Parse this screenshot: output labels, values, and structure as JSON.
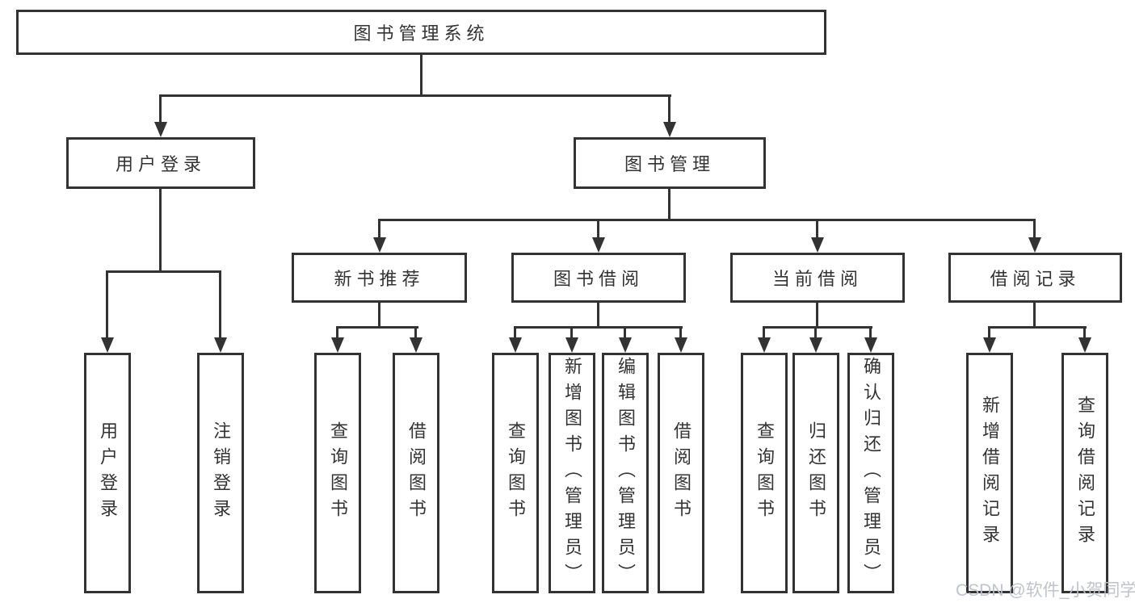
{
  "diagram_type": "hierarchy-tree",
  "nodes": {
    "root": "图书管理系统",
    "user_login": "用户登录",
    "book_management": "图书管理",
    "new_book_recommend": "新书推荐",
    "book_borrow": "图书借阅",
    "current_borrow": "当前借阅",
    "borrow_records": "借阅记录",
    "leaf_user_login": "用户登录",
    "leaf_logout": "注销登录",
    "leaf_query_book_recommend": "查询图书",
    "leaf_borrow_book_recommend": "借阅图书",
    "leaf_query_book_borrow": "查询图书",
    "leaf_add_book_admin": "新增图书（管理员）",
    "leaf_edit_book_admin": "编辑图书（管理员）",
    "leaf_borrow_book_borrow": "借阅图书",
    "leaf_query_book_current": "查询图书",
    "leaf_return_book": "归还图书",
    "leaf_confirm_return_admin": "确认归还（管理员）",
    "leaf_add_borrow_record": "新增借阅记录",
    "leaf_query_borrow_record": "查询借阅记录"
  },
  "edges": [
    [
      "root",
      "user_login"
    ],
    [
      "root",
      "book_management"
    ],
    [
      "user_login",
      "leaf_user_login"
    ],
    [
      "user_login",
      "leaf_logout"
    ],
    [
      "book_management",
      "new_book_recommend"
    ],
    [
      "book_management",
      "book_borrow"
    ],
    [
      "book_management",
      "current_borrow"
    ],
    [
      "book_management",
      "borrow_records"
    ],
    [
      "new_book_recommend",
      "leaf_query_book_recommend"
    ],
    [
      "new_book_recommend",
      "leaf_borrow_book_recommend"
    ],
    [
      "book_borrow",
      "leaf_query_book_borrow"
    ],
    [
      "book_borrow",
      "leaf_add_book_admin"
    ],
    [
      "book_borrow",
      "leaf_edit_book_admin"
    ],
    [
      "book_borrow",
      "leaf_borrow_book_borrow"
    ],
    [
      "current_borrow",
      "leaf_query_book_current"
    ],
    [
      "current_borrow",
      "leaf_return_book"
    ],
    [
      "current_borrow",
      "leaf_confirm_return_admin"
    ],
    [
      "borrow_records",
      "leaf_add_borrow_record"
    ],
    [
      "borrow_records",
      "leaf_query_borrow_record"
    ]
  ],
  "watermark": "CSDN @软件_小贺同学",
  "colors": {
    "line": "#333333",
    "text": "#333333",
    "background": "#ffffff",
    "watermark": "#bcc0ca"
  }
}
